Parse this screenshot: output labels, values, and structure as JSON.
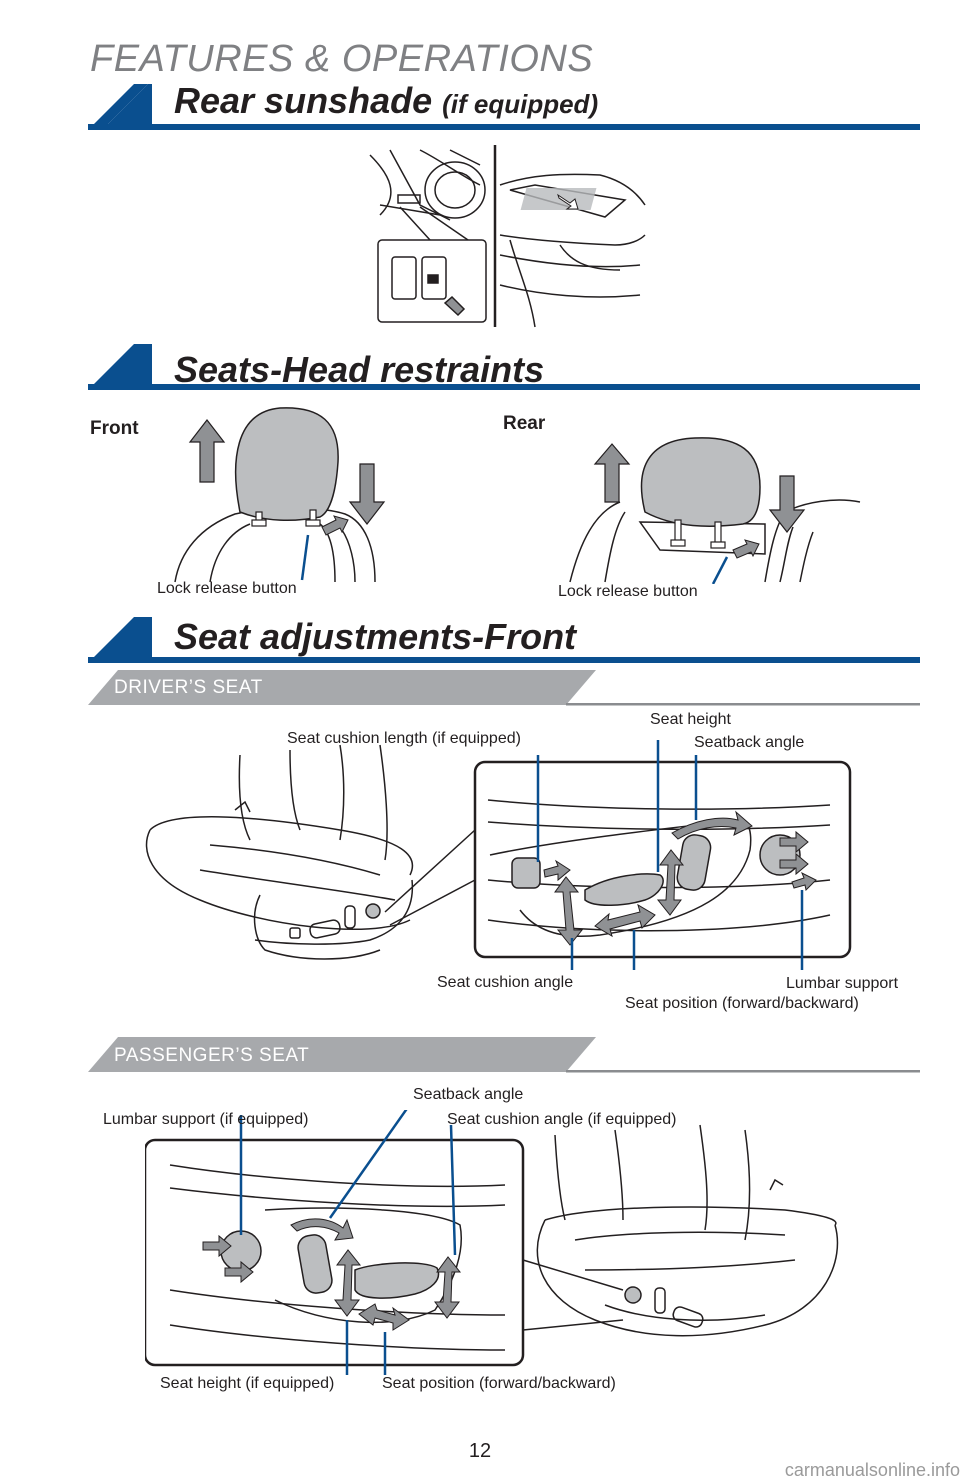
{
  "header": {
    "title": "FEATURES & OPERATIONS"
  },
  "sections": {
    "sunshade": {
      "title": "Rear sunshade",
      "subtitle": "(if equipped)"
    },
    "head_restraints": {
      "title": "Seats-Head restraints",
      "front_label": "Front",
      "rear_label": "Rear",
      "front_callout": "Lock release button",
      "rear_callout": "Lock release button"
    },
    "seat_adjustments": {
      "title": "Seat adjustments-Front",
      "driver": {
        "label": "DRIVER’S SEAT",
        "callouts": {
          "cushion_length": "Seat cushion length (if equipped)",
          "seat_height": "Seat height",
          "seatback_angle": "Seatback angle",
          "cushion_angle": "Seat cushion angle",
          "lumbar": "Lumbar support",
          "position": "Seat position (forward/backward)"
        }
      },
      "passenger": {
        "label": "PASSENGER’S SEAT",
        "callouts": {
          "seatback_angle": "Seatback angle",
          "lumbar": "Lumbar support (if equipped)",
          "cushion_angle": "Seat cushion angle (if equipped)",
          "seat_height": "Seat height (if equipped)",
          "position": "Seat position (forward/backward)"
        }
      }
    }
  },
  "footer": {
    "page_number": "12",
    "watermark": "carmanualsonline.info"
  },
  "colors": {
    "brand_blue": "#0a4f8f",
    "banner_gray": "#a7a9ac",
    "rule_gray": "#8a8c8f",
    "arrow_gray": "#8f9194"
  }
}
